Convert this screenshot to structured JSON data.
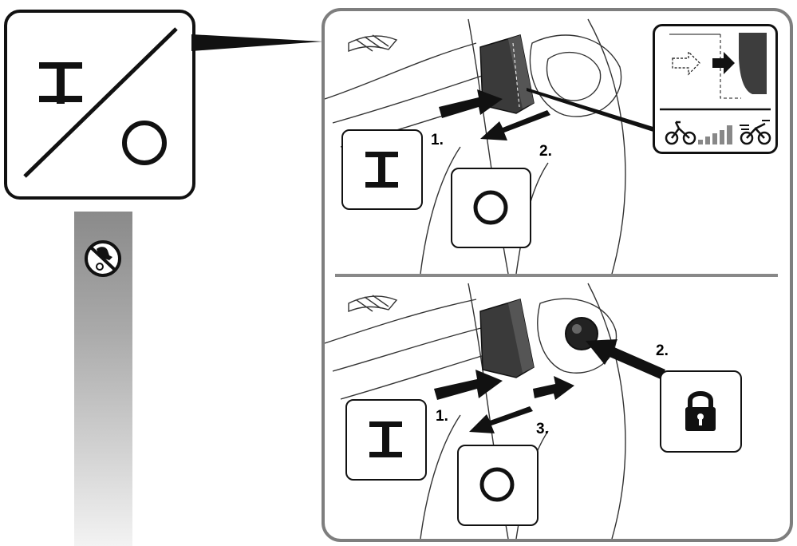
{
  "steps_top": {
    "step1": "1.",
    "step2": "2."
  },
  "steps_bottom": {
    "step1": "1.",
    "step2": "2.",
    "step3": "3."
  },
  "icons": {
    "symbol_card": "on-off-slash-icon",
    "prohibited": "prohibited-hand-icon",
    "on": "on-bar-icon",
    "off": "off-circle-icon",
    "lock": "padlock-icon",
    "bike_slow": "bicycle-icon",
    "bike_fast": "bicycle-fast-icon",
    "level_bars": "level-bars-icon"
  },
  "colors": {
    "frame": "#111111",
    "panel_border": "#7e7e7e",
    "strip_top": "#8a8a8a"
  }
}
